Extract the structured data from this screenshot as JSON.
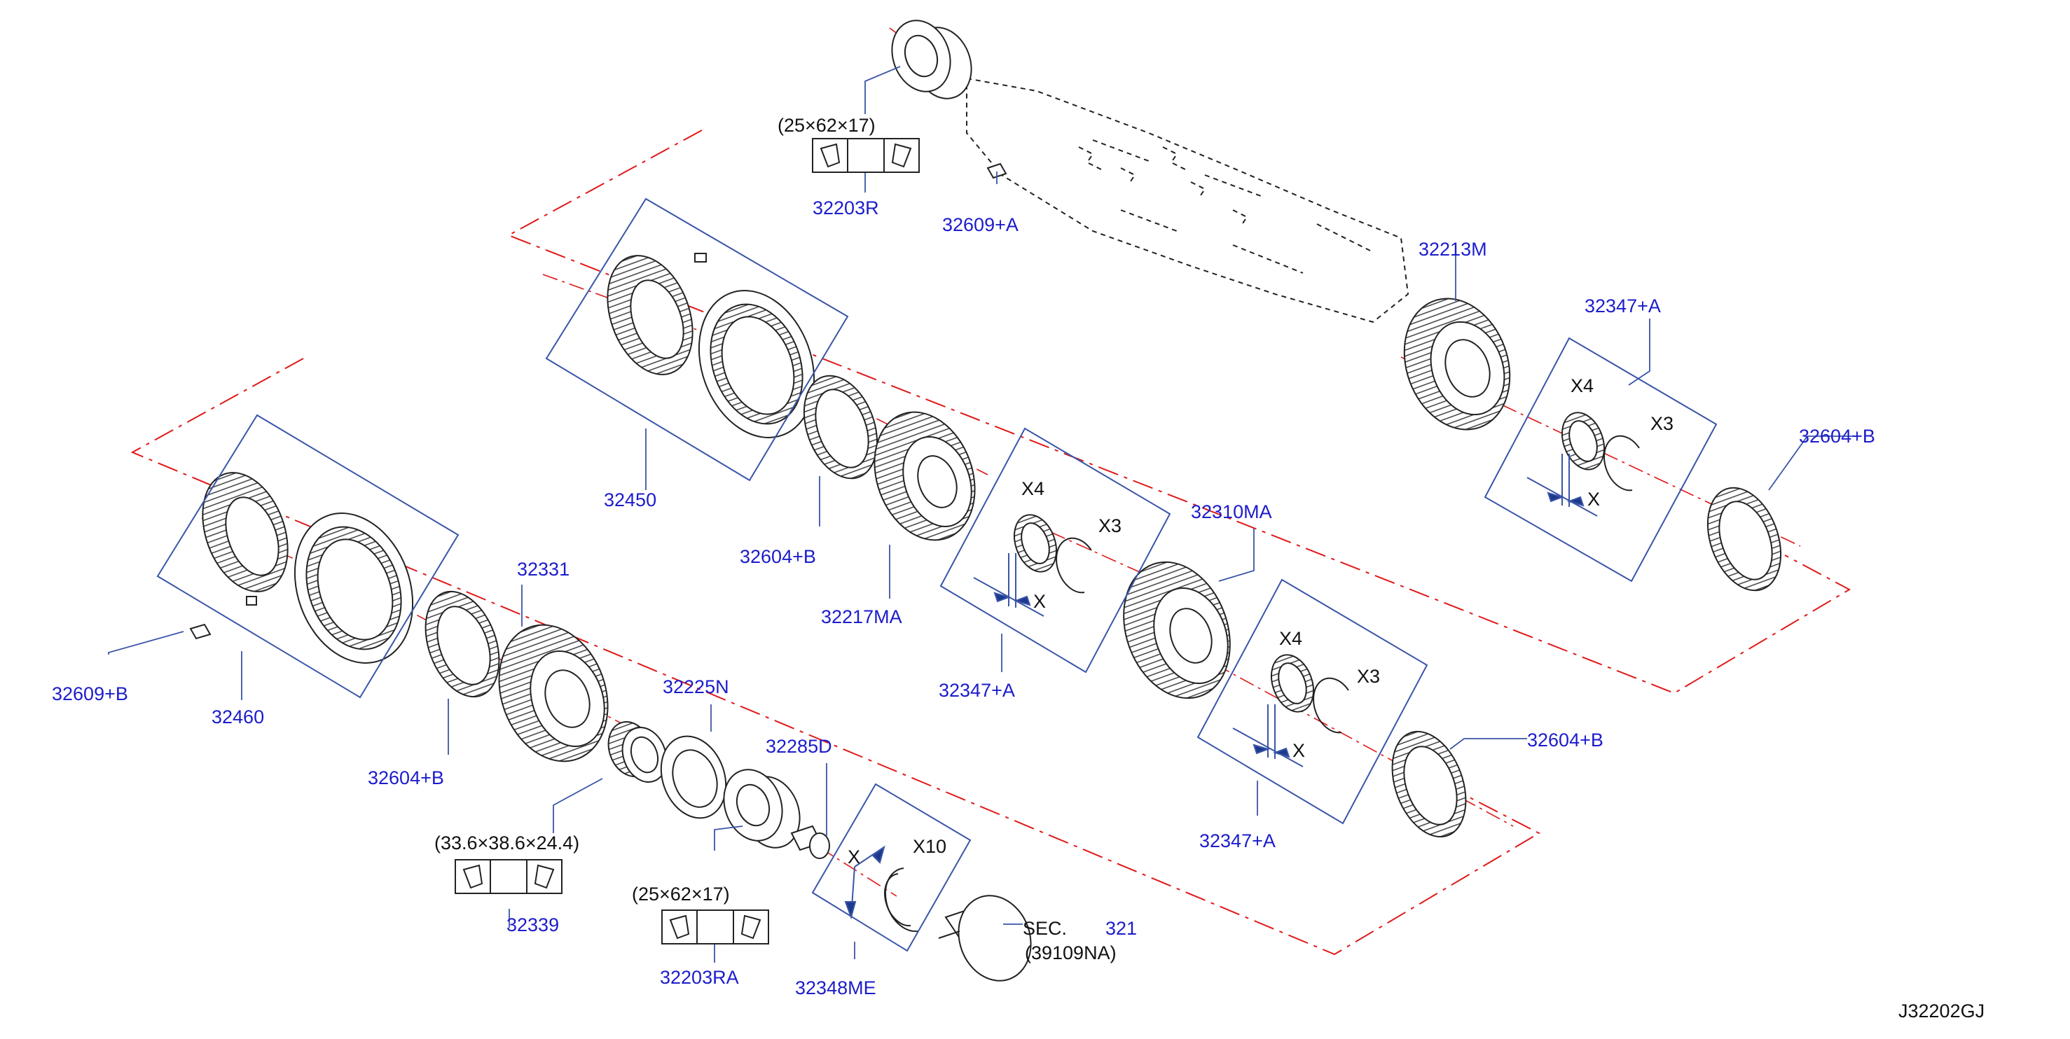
{
  "diagram": {
    "code": "J32202GJ",
    "colors": {
      "part_number": "#1c1ccc",
      "text": "#111111",
      "callout_line": "#3a55a8",
      "centerline": "#e01818",
      "outline": "#222222"
    },
    "part_numbers": {
      "p32203R": "32203R",
      "p32609A": "32609+A",
      "p32213M": "32213M",
      "p32347A_top": "32347+A",
      "p32604B_right": "32604+B",
      "p32450": "32450",
      "p32604B_mid": "32604+B",
      "p32217MA": "32217MA",
      "p32310MA": "32310MA",
      "p32347A_mid": "32347+A",
      "p32604B_lowright": "32604+B",
      "p32347A_low": "32347+A",
      "p32460": "32460",
      "p32609B": "32609+B",
      "p32331": "32331",
      "p32604B_left": "32604+B",
      "p32225N": "32225N",
      "p32285D": "32285D",
      "p32339": "32339",
      "p32203RA": "32203RA",
      "p32348ME": "32348ME",
      "sec_number": "321"
    },
    "texts": {
      "dims_top": "(25×62×17)",
      "dims_32339": "(33.6×38.6×24.4)",
      "dims_32203RA": "(25×62×17)",
      "sec_label": "SEC.",
      "sec_ref": "(39109NA)",
      "x4_a": "X4",
      "x3_a": "X3",
      "x_a": "X",
      "x4_b": "X4",
      "x3_b": "X3",
      "x_b": "X",
      "x4_c": "X4",
      "x3_c": "X3",
      "x_c": "X",
      "x_d": "X",
      "x10_d": "X10"
    }
  }
}
